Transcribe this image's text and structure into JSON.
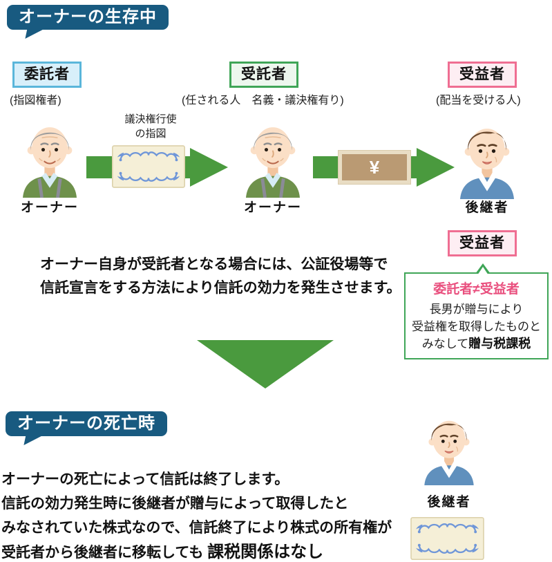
{
  "alive": {
    "header": "オーナーの生存中",
    "roles": {
      "consignor": {
        "label": "委託者",
        "sub": "(指図権者)"
      },
      "trustee": {
        "label": "受託者",
        "sub": "(任される人　名義・議決権有り)"
      },
      "beneficiary": {
        "label": "受益者",
        "sub": "(配当を受ける人)"
      }
    },
    "persons": {
      "owner1": "オーナー",
      "owner2": "オーナー",
      "successor": "後継者"
    },
    "instruction_caption": {
      "line1": "議決権行使",
      "line2": "の指図"
    },
    "yen": "¥",
    "note": {
      "line1": "オーナー自身が受託者となる場合には、公証役場等で",
      "line2": "信託宣言をする方法により信託の効力を発生させます。"
    },
    "beneficiary_tag": "受益者",
    "bubble": {
      "headline": "委託者≠受益者",
      "line1": "長男が贈与により",
      "line2": "受益権を取得したものと",
      "line3_prefix": "みなして",
      "line3_emphasis": "贈与税課税"
    }
  },
  "death": {
    "header": "オーナーの死亡時",
    "body": {
      "line1": "オーナーの死亡によって信託は終了します。",
      "line2": "信託の効力発生時に後継者が贈与によって取得したと",
      "line3": "みなされていた株式なので、信託終了により株式の所有権が",
      "line4_prefix": "受託者から後継者に移転しても ",
      "line4_emphasis": "課税関係はなし"
    },
    "person": "後継者"
  },
  "palette": {
    "header_bg": "#185a80",
    "green": "#4a9a3e",
    "consignor_border": "#5ab6da",
    "consignor_bg": "#d8effa",
    "trustee_border": "#3fa557",
    "trustee_bg": "#edf7ee",
    "beneficiary_border": "#ef6e92",
    "beneficiary_bg": "#fdeef3",
    "pink_text": "#e94f7e",
    "note_outer": "#e9ddc4",
    "note_inner": "#ba9a73",
    "certificate_bg": "#f5efd7",
    "certificate_ornament": "#6f96d8"
  }
}
